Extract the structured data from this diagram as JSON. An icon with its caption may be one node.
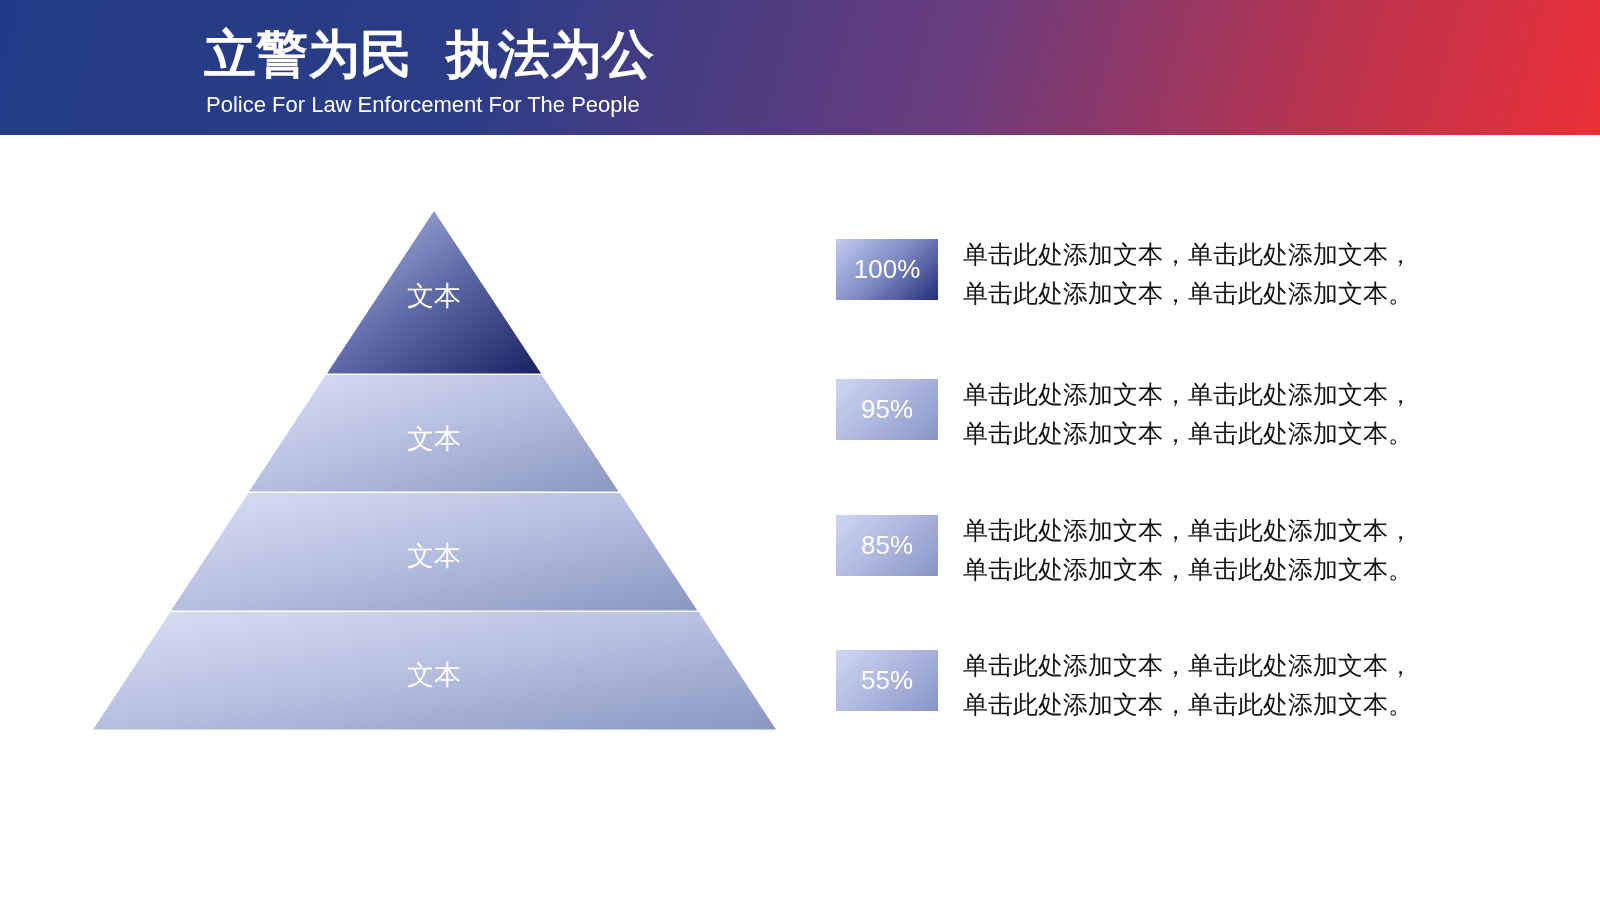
{
  "diagram": {
    "title": "立警为民 执法为公",
    "nodes": [
      {
        "text": [
          "文本"
        ]
      },
      {
        "text": [
          "文本"
        ]
      },
      {
        "text": [
          "文本"
        ]
      },
      {
        "text": [
          "文本"
        ]
      },
      {
        "text": [
          "100%"
        ],
        "beside": [
          "单击此处添加文本，单击此处添加文本，单击此处添加文本，单击此处添加文本。"
        ]
      },
      {
        "text": [
          "95%"
        ],
        "beside": [
          "单击此处添加文本，单击此处添加文本，单击此处添加文本，单击此处添加文本。"
        ]
      },
      {
        "text": [
          "85%"
        ],
        "beside": [
          "单击此处添加文本，单击此处添加文本，单击此处添加文本，单击此处添加文本。"
        ]
      },
      {
        "text": [
          "55%"
        ],
        "beside": [
          "单击此处添加文本，单击此处添加文本，单击此处添加文本，单击此处添加文本。"
        ]
      }
    ],
    "labels": [
      "Police For Law Enforcement For The People"
    ]
  }
}
